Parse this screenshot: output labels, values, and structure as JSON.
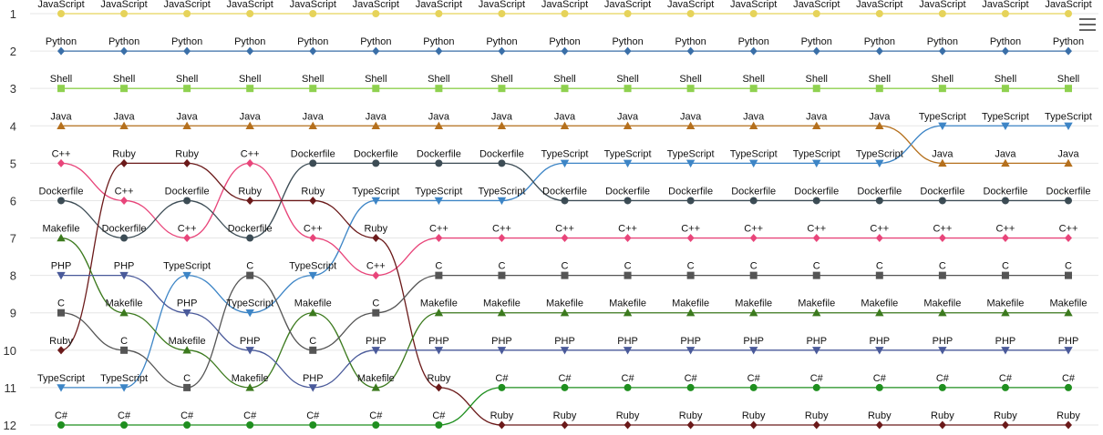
{
  "chart_data": {
    "type": "line",
    "x": [
      1,
      2,
      3,
      4,
      5,
      6,
      7,
      8,
      9,
      10,
      11,
      12,
      13,
      14,
      15,
      16,
      17
    ],
    "ylim": [
      1,
      12
    ],
    "y_inverted": true,
    "yticks": [
      "1",
      "2",
      "3",
      "4",
      "5",
      "6",
      "7",
      "8",
      "9",
      "10",
      "11",
      "12"
    ],
    "grid": true,
    "legend": "none",
    "data_labels": "series name above each point",
    "series": [
      {
        "name": "JavaScript",
        "color": "#e6d35a",
        "marker": "circle",
        "values": [
          1,
          1,
          1,
          1,
          1,
          1,
          1,
          1,
          1,
          1,
          1,
          1,
          1,
          1,
          1,
          1,
          1
        ]
      },
      {
        "name": "Python",
        "color": "#3a6fa8",
        "marker": "diamond",
        "values": [
          2,
          2,
          2,
          2,
          2,
          2,
          2,
          2,
          2,
          2,
          2,
          2,
          2,
          2,
          2,
          2,
          2
        ]
      },
      {
        "name": "Shell",
        "color": "#8fd14f",
        "marker": "square",
        "values": [
          3,
          3,
          3,
          3,
          3,
          3,
          3,
          3,
          3,
          3,
          3,
          3,
          3,
          3,
          3,
          3,
          3
        ]
      },
      {
        "name": "Java",
        "color": "#b5701d",
        "marker": "triangle",
        "values": [
          4,
          4,
          4,
          4,
          4,
          4,
          4,
          4,
          4,
          4,
          4,
          4,
          4,
          4,
          5,
          5,
          5
        ]
      },
      {
        "name": "TypeScript",
        "color": "#3d85c6",
        "marker": "triangle-down",
        "values": [
          11,
          11,
          8,
          9,
          8,
          6,
          6,
          6,
          5,
          5,
          5,
          5,
          5,
          5,
          4,
          4,
          4
        ]
      },
      {
        "name": "C++",
        "color": "#e8457a",
        "marker": "diamond",
        "values": [
          5,
          6,
          7,
          5,
          7,
          8,
          7,
          7,
          7,
          7,
          7,
          7,
          7,
          7,
          7,
          7,
          7
        ]
      },
      {
        "name": "Dockerfile",
        "color": "#3c4c55",
        "marker": "circle",
        "values": [
          6,
          7,
          6,
          7,
          5,
          5,
          5,
          5,
          6,
          6,
          6,
          6,
          6,
          6,
          6,
          6,
          6
        ]
      },
      {
        "name": "Ruby",
        "color": "#6b1a1a",
        "marker": "diamond",
        "values": [
          10,
          5,
          5,
          6,
          6,
          7,
          11,
          12,
          12,
          12,
          12,
          12,
          12,
          12,
          12,
          12,
          12
        ]
      },
      {
        "name": "Makefile",
        "color": "#3c7a1e",
        "marker": "triangle",
        "values": [
          7,
          9,
          10,
          11,
          9,
          11,
          9,
          9,
          9,
          9,
          9,
          9,
          9,
          9,
          9,
          9,
          9
        ]
      },
      {
        "name": "PHP",
        "color": "#4a5a9a",
        "marker": "triangle-down",
        "values": [
          8,
          8,
          9,
          10,
          11,
          10,
          10,
          10,
          10,
          10,
          10,
          10,
          10,
          10,
          10,
          10,
          10
        ]
      },
      {
        "name": "C",
        "color": "#555555",
        "marker": "square",
        "values": [
          9,
          10,
          11,
          8,
          10,
          9,
          8,
          8,
          8,
          8,
          8,
          8,
          8,
          8,
          8,
          8,
          8
        ]
      },
      {
        "name": "C#",
        "color": "#1f8f1f",
        "marker": "circle",
        "values": [
          12,
          12,
          12,
          12,
          12,
          12,
          12,
          11,
          11,
          11,
          11,
          11,
          11,
          11,
          11,
          11,
          11
        ]
      }
    ]
  }
}
